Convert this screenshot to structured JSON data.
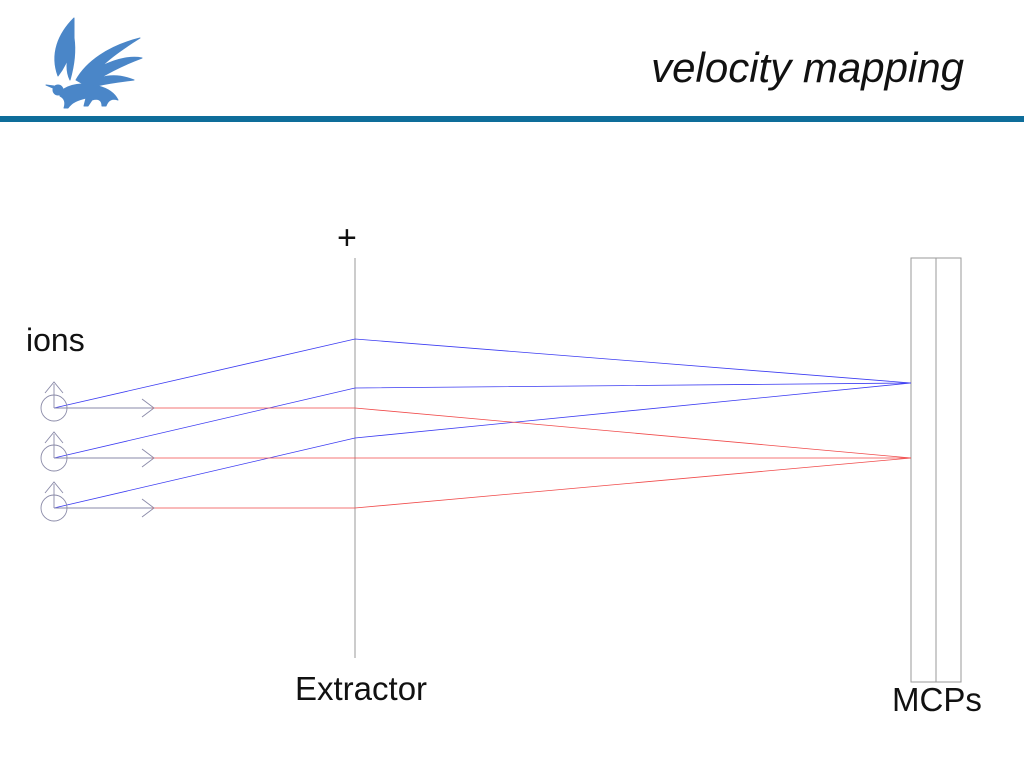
{
  "slide": {
    "title": "velocity mapping"
  },
  "colors": {
    "accent_bar": "#0e6d9a",
    "logo": "#4a86c8",
    "blue_trajectory": "#3b3bf2",
    "red_trajectory": "#f04a4a",
    "apparatus": "#9a9a9a",
    "ion_symbol": "#8a8aa8"
  },
  "logo": {
    "icon": "griffin-logo-icon"
  },
  "diagram": {
    "labels": {
      "extractor_polarity": "+",
      "ions": "ions",
      "extractor": "Extractor",
      "detector": "MCPs"
    },
    "ion_count": 3
  }
}
